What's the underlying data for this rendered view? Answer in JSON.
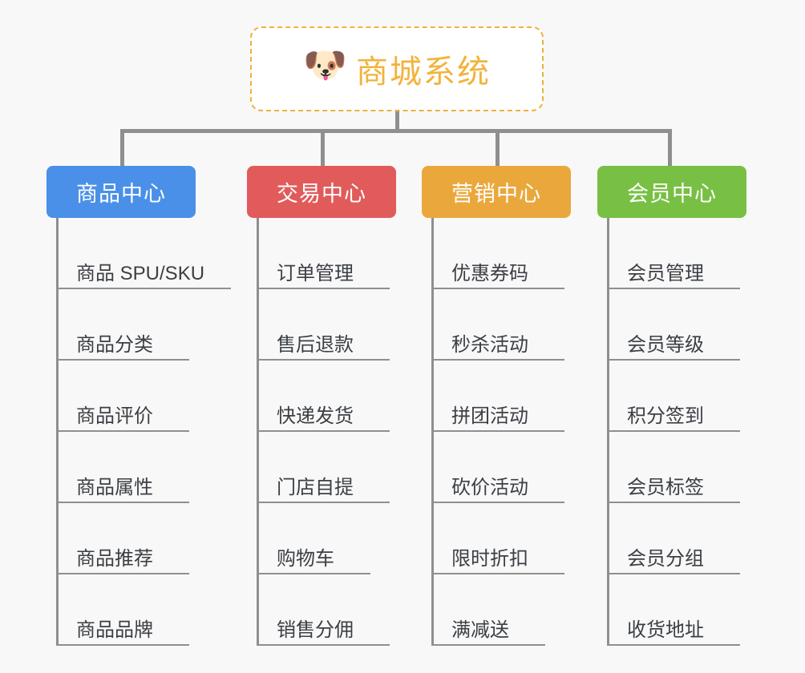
{
  "canvas": {
    "background": "#f8f8f8",
    "connector_color": "#8f8f8f",
    "leaf_text_color": "#3b3f44"
  },
  "root": {
    "icon": "shiba-dog-face-emoji",
    "icon_glyph": "🐶",
    "title": "商城系统",
    "title_color": "#f2b33d",
    "border_color": "#f0b03c"
  },
  "branches": [
    {
      "label": "商品中心",
      "color": "#4a90e8",
      "items": [
        "商品 SPU/SKU",
        "商品分类",
        "商品评价",
        "商品属性",
        "商品推荐",
        "商品品牌"
      ]
    },
    {
      "label": "交易中心",
      "color": "#e15b5b",
      "items": [
        "订单管理",
        "售后退款",
        "快递发货",
        "门店自提",
        "购物车",
        "销售分佣"
      ]
    },
    {
      "label": "营销中心",
      "color": "#eaa83c",
      "items": [
        "优惠券码",
        "秒杀活动",
        "拼团活动",
        "砍价活动",
        "限时折扣",
        "满减送"
      ]
    },
    {
      "label": "会员中心",
      "color": "#78c044",
      "items": [
        "会员管理",
        "会员等级",
        "积分签到",
        "会员标签",
        "会员分组",
        "收货地址"
      ]
    }
  ]
}
